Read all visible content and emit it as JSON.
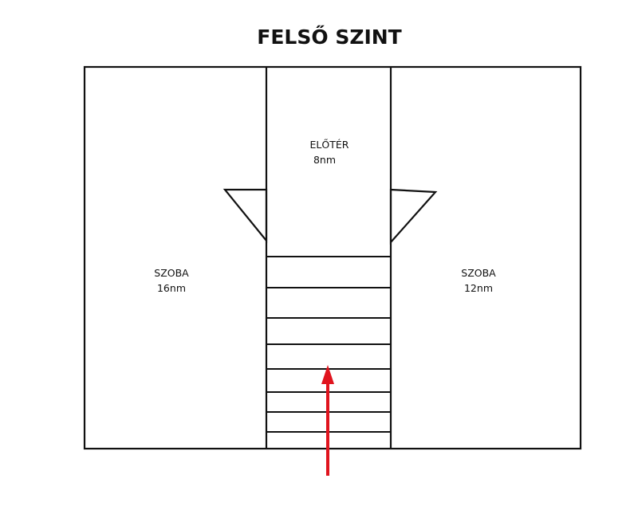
{
  "title": "FELSŐ SZINT",
  "rooms": {
    "left": {
      "name": "SZOBA",
      "area": "16nm"
    },
    "hall": {
      "name": "ELŐTÉR",
      "area": "8nm"
    },
    "right": {
      "name": "SZOBA",
      "area": "12nm"
    }
  },
  "stairs": {
    "step_count": 8
  },
  "colors": {
    "lines": "#111111",
    "arrow": "#e0141e",
    "background": "#ffffff"
  }
}
